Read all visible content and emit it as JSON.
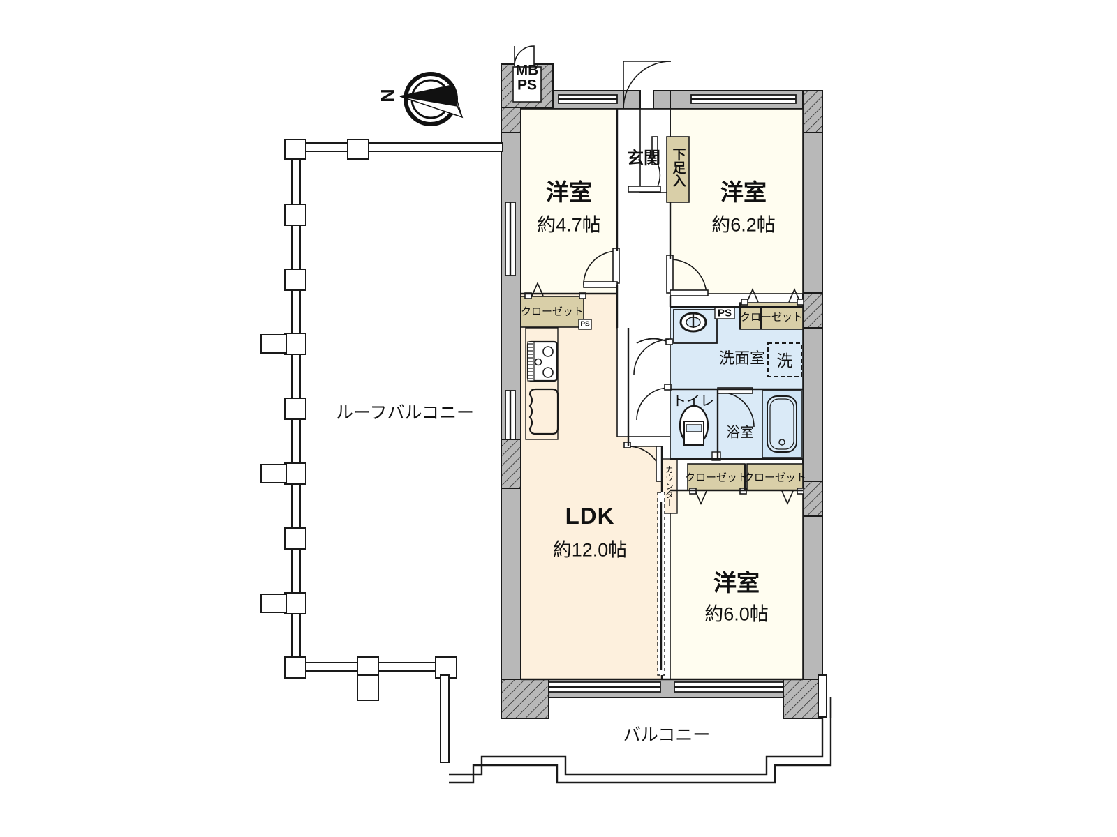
{
  "document": {
    "type": "floor-plan",
    "language": "ja",
    "layout_code": "3LDK",
    "orientation_marker": "N"
  },
  "compass": {
    "label": "N"
  },
  "rooms": [
    {
      "id": "bed-nw",
      "name": "洋室",
      "area": "約4.7帖",
      "fill": "#fffdf0"
    },
    {
      "id": "bed-ne",
      "name": "洋室",
      "area": "約6.2帖",
      "fill": "#fffdf0"
    },
    {
      "id": "bed-se",
      "name": "洋室",
      "area": "約6.0帖",
      "fill": "#fffdf0"
    },
    {
      "id": "ldk",
      "name": "LDK",
      "area": "約12.0帖",
      "fill": "#fdf0dd"
    }
  ],
  "spaces": {
    "genkan": "玄関",
    "shoe_cabinet": "下足入",
    "washroom": "洗面室",
    "toilet": "トイレ",
    "bath": "浴室",
    "washer": "洗",
    "counter": "カウンター",
    "ps": "PS",
    "mbps_line1": "MB",
    "mbps_line2": "PS"
  },
  "closets": [
    {
      "id": "closet-nw",
      "label": "クローゼット"
    },
    {
      "id": "closet-ne",
      "label": "クローゼット"
    },
    {
      "id": "closet-s-left",
      "label": "クローゼット"
    },
    {
      "id": "closet-s-right",
      "label": "クローゼット"
    }
  ],
  "outdoor": {
    "roof_balcony": "ルーフバルコニー",
    "balcony": "バルコニー"
  },
  "colors": {
    "room_fill": "#fffdf0",
    "ldk_fill": "#fdf0dd",
    "closet_fill": "#d9cfa8",
    "wet_fill": "#daeaf7",
    "wall_fill": "#b8b8b8",
    "line": "#1a1a1a"
  }
}
